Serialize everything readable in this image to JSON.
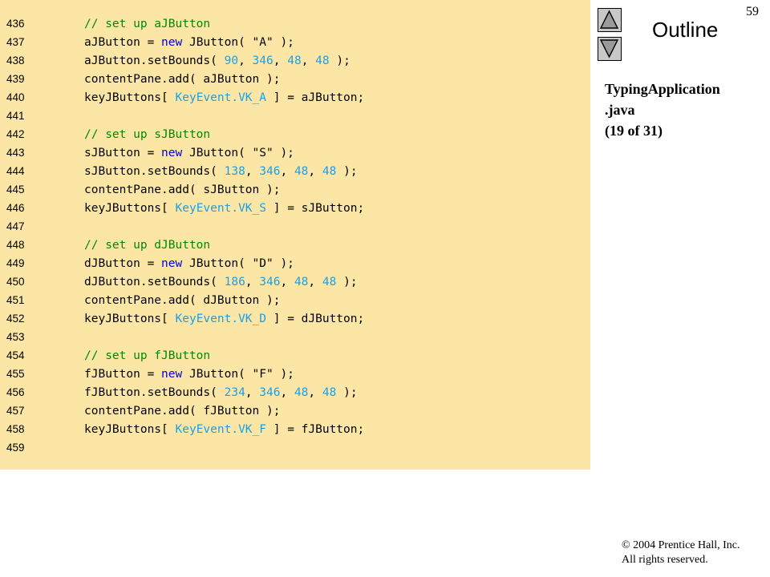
{
  "page_number": "59",
  "outline_label": "Outline",
  "nav": {
    "up_icon": "triangle-up-icon",
    "down_icon": "triangle-down-icon",
    "button_color": "#c8c8c8"
  },
  "file": {
    "name_line1": "TypingApplication",
    "name_line2": ".java",
    "part": "(19 of 31)"
  },
  "copyright": {
    "line1": "© 2004 Prentice Hall, Inc.",
    "line2": "All rights reserved."
  },
  "colors": {
    "panel_background": "#fbe6a6",
    "keyword": "#0000e0",
    "comment": "#008a00",
    "number_and_constant": "#1aa0e8"
  },
  "code": {
    "lines": [
      {
        "num": "436",
        "tokens": [
          [
            "cm",
            "// set up aJButton"
          ]
        ]
      },
      {
        "num": "437",
        "tokens": [
          [
            "p",
            "aJButton = "
          ],
          [
            "kw",
            "new"
          ],
          [
            "p",
            " JButton( \"A\" );"
          ]
        ]
      },
      {
        "num": "438",
        "tokens": [
          [
            "p",
            "aJButton.setBounds( "
          ],
          [
            "nm",
            "90"
          ],
          [
            "p",
            ", "
          ],
          [
            "nm",
            "346"
          ],
          [
            "p",
            ", "
          ],
          [
            "nm",
            "48"
          ],
          [
            "p",
            ", "
          ],
          [
            "nm",
            "48"
          ],
          [
            "p",
            " );"
          ]
        ]
      },
      {
        "num": "439",
        "tokens": [
          [
            "p",
            "contentPane.add( aJButton );"
          ]
        ]
      },
      {
        "num": "440",
        "tokens": [
          [
            "p",
            "keyJButtons[ "
          ],
          [
            "id",
            "KeyEvent.VK_A"
          ],
          [
            "p",
            " ] = aJButton;"
          ]
        ]
      },
      {
        "num": "441",
        "tokens": []
      },
      {
        "num": "442",
        "tokens": [
          [
            "cm",
            "// set up sJButton"
          ]
        ]
      },
      {
        "num": "443",
        "tokens": [
          [
            "p",
            "sJButton = "
          ],
          [
            "kw",
            "new"
          ],
          [
            "p",
            " JButton( \"S\" );"
          ]
        ]
      },
      {
        "num": "444",
        "tokens": [
          [
            "p",
            "sJButton.setBounds( "
          ],
          [
            "nm",
            "138"
          ],
          [
            "p",
            ", "
          ],
          [
            "nm",
            "346"
          ],
          [
            "p",
            ", "
          ],
          [
            "nm",
            "48"
          ],
          [
            "p",
            ", "
          ],
          [
            "nm",
            "48"
          ],
          [
            "p",
            " );"
          ]
        ]
      },
      {
        "num": "445",
        "tokens": [
          [
            "p",
            "contentPane.add( sJButton );"
          ]
        ]
      },
      {
        "num": "446",
        "tokens": [
          [
            "p",
            "keyJButtons[ "
          ],
          [
            "id",
            "KeyEvent.VK_S"
          ],
          [
            "p",
            " ] = sJButton;"
          ]
        ]
      },
      {
        "num": "447",
        "tokens": []
      },
      {
        "num": "448",
        "tokens": [
          [
            "cm",
            "// set up dJButton"
          ]
        ]
      },
      {
        "num": "449",
        "tokens": [
          [
            "p",
            "dJButton = "
          ],
          [
            "kw",
            "new"
          ],
          [
            "p",
            " JButton( \"D\" );"
          ]
        ]
      },
      {
        "num": "450",
        "tokens": [
          [
            "p",
            "dJButton.setBounds( "
          ],
          [
            "nm",
            "186"
          ],
          [
            "p",
            ", "
          ],
          [
            "nm",
            "346"
          ],
          [
            "p",
            ", "
          ],
          [
            "nm",
            "48"
          ],
          [
            "p",
            ", "
          ],
          [
            "nm",
            "48"
          ],
          [
            "p",
            " );"
          ]
        ]
      },
      {
        "num": "451",
        "tokens": [
          [
            "p",
            "contentPane.add( dJButton );"
          ]
        ]
      },
      {
        "num": "452",
        "tokens": [
          [
            "p",
            "keyJButtons[ "
          ],
          [
            "id",
            "KeyEvent.VK_D"
          ],
          [
            "p",
            " ] = dJButton;"
          ]
        ]
      },
      {
        "num": "453",
        "tokens": []
      },
      {
        "num": "454",
        "tokens": [
          [
            "cm",
            "// set up fJButton"
          ]
        ]
      },
      {
        "num": "455",
        "tokens": [
          [
            "p",
            "fJButton = "
          ],
          [
            "kw",
            "new"
          ],
          [
            "p",
            " JButton( \"F\" );"
          ]
        ]
      },
      {
        "num": "456",
        "tokens": [
          [
            "p",
            "fJButton.setBounds( "
          ],
          [
            "nm",
            "234"
          ],
          [
            "p",
            ", "
          ],
          [
            "nm",
            "346"
          ],
          [
            "p",
            ", "
          ],
          [
            "nm",
            "48"
          ],
          [
            "p",
            ", "
          ],
          [
            "nm",
            "48"
          ],
          [
            "p",
            " );"
          ]
        ]
      },
      {
        "num": "457",
        "tokens": [
          [
            "p",
            "contentPane.add( fJButton );"
          ]
        ]
      },
      {
        "num": "458",
        "tokens": [
          [
            "p",
            "keyJButtons[ "
          ],
          [
            "id",
            "KeyEvent.VK_F"
          ],
          [
            "p",
            " ] = fJButton;"
          ]
        ]
      },
      {
        "num": "459",
        "tokens": []
      }
    ]
  }
}
